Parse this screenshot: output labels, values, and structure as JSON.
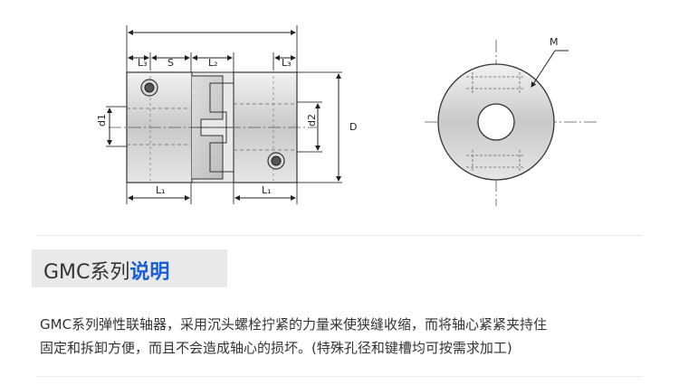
{
  "drawing": {
    "side_view": {
      "labels": {
        "L3_left": "L₃",
        "S": "S",
        "L2": "L₂",
        "L3_right": "L₃",
        "d1": "d1",
        "d2": "d2",
        "D": "D",
        "L1_left": "L₁",
        "L1_right": "L₁"
      }
    },
    "front_view": {
      "labels": {
        "M": "M"
      }
    }
  },
  "section": {
    "title_prefix": "GMC系列",
    "title_highlight": "说明",
    "highlight_color": "#1a5fd0",
    "description_line1": "GMC系列弹性联轴器，采用沉头螺栓拧紧的力量来使狭缝收缩，而将轴心紧紧夹持住",
    "description_line2": "固定和拆卸方便，而且不会造成轴心的损坏。(特殊孔径和键槽均可按需求加工)"
  }
}
